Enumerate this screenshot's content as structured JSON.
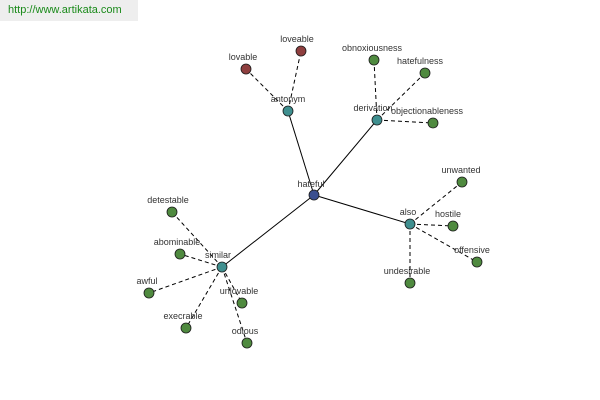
{
  "watermark": {
    "text": "http://www.artikata.com"
  },
  "colors": {
    "center": "#3a4f8f",
    "hub": "#3f8f8f",
    "leaf": "#4f8a3f",
    "antonym_leaf": "#8f3f3f",
    "edge": "#000000"
  },
  "graph": {
    "nodes": [
      {
        "id": "hateful",
        "label": "hateful",
        "type": "center"
      },
      {
        "id": "antonym",
        "label": "antonym",
        "type": "hub"
      },
      {
        "id": "derivation",
        "label": "derivation",
        "type": "hub"
      },
      {
        "id": "also",
        "label": "also",
        "type": "hub"
      },
      {
        "id": "similar",
        "label": "similar",
        "type": "hub"
      },
      {
        "id": "lovable",
        "label": "lovable",
        "type": "antonym_leaf"
      },
      {
        "id": "loveable",
        "label": "loveable",
        "type": "antonym_leaf"
      },
      {
        "id": "obnoxiousness",
        "label": "obnoxiousness",
        "type": "leaf"
      },
      {
        "id": "hatefulness",
        "label": "hatefulness",
        "type": "leaf"
      },
      {
        "id": "objectionableness",
        "label": "objectionableness",
        "type": "leaf"
      },
      {
        "id": "unwanted",
        "label": "unwanted",
        "type": "leaf"
      },
      {
        "id": "hostile",
        "label": "hostile",
        "type": "leaf"
      },
      {
        "id": "offensive",
        "label": "offensive",
        "type": "leaf"
      },
      {
        "id": "undesirable",
        "label": "undesirable",
        "type": "leaf"
      },
      {
        "id": "detestable",
        "label": "detestable",
        "type": "leaf"
      },
      {
        "id": "abominable",
        "label": "abominable",
        "type": "leaf"
      },
      {
        "id": "awful",
        "label": "awful",
        "type": "leaf"
      },
      {
        "id": "execrable",
        "label": "execrable",
        "type": "leaf"
      },
      {
        "id": "unlovable",
        "label": "unlovable",
        "type": "leaf"
      },
      {
        "id": "odious",
        "label": "odious",
        "type": "leaf"
      }
    ],
    "edges": [
      {
        "from": "hateful",
        "to": "antonym",
        "style": "solid"
      },
      {
        "from": "hateful",
        "to": "derivation",
        "style": "solid"
      },
      {
        "from": "hateful",
        "to": "also",
        "style": "solid"
      },
      {
        "from": "hateful",
        "to": "similar",
        "style": "solid"
      },
      {
        "from": "antonym",
        "to": "lovable",
        "style": "dashed"
      },
      {
        "from": "antonym",
        "to": "loveable",
        "style": "dashed"
      },
      {
        "from": "derivation",
        "to": "obnoxiousness",
        "style": "dashed"
      },
      {
        "from": "derivation",
        "to": "hatefulness",
        "style": "dashed"
      },
      {
        "from": "derivation",
        "to": "objectionableness",
        "style": "dashed"
      },
      {
        "from": "also",
        "to": "unwanted",
        "style": "dashed"
      },
      {
        "from": "also",
        "to": "hostile",
        "style": "dashed"
      },
      {
        "from": "also",
        "to": "offensive",
        "style": "dashed"
      },
      {
        "from": "also",
        "to": "undesirable",
        "style": "dashed"
      },
      {
        "from": "similar",
        "to": "detestable",
        "style": "dashed"
      },
      {
        "from": "similar",
        "to": "abominable",
        "style": "dashed"
      },
      {
        "from": "similar",
        "to": "awful",
        "style": "dashed"
      },
      {
        "from": "similar",
        "to": "execrable",
        "style": "dashed"
      },
      {
        "from": "similar",
        "to": "unlovable",
        "style": "dashed"
      },
      {
        "from": "similar",
        "to": "odious",
        "style": "dashed"
      }
    ]
  }
}
